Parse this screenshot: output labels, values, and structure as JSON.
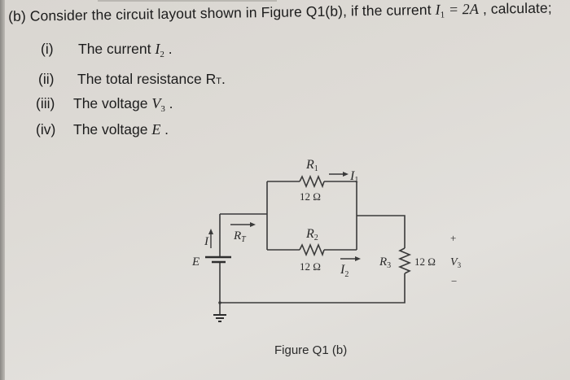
{
  "question": {
    "prefix": "(b) Consider the circuit layout shown in Figure Q1(b), if the current ",
    "given_symbol": "I",
    "given_sub": "1",
    "given_eq": " = 2A",
    "suffix": " , calculate;"
  },
  "items": [
    {
      "num": "(i)",
      "text": "The current ",
      "sym": "I",
      "sub": "2",
      "end": " ."
    },
    {
      "num": "(ii)",
      "text": "The total resistance R",
      "sym": "",
      "sub": "T",
      "end": "."
    },
    {
      "num": "(iii)",
      "text": "The voltage ",
      "sym": "V",
      "sub": "3",
      "end": " ."
    },
    {
      "num": "(iv)",
      "text": "The voltage ",
      "sym": "E",
      "sub": "",
      "end": " ."
    }
  ],
  "circuit": {
    "r1": {
      "label": "R",
      "sub": "1",
      "value": "12 Ω"
    },
    "r2": {
      "label": "R",
      "sub": "2",
      "value": "12 Ω"
    },
    "r3": {
      "label": "R",
      "sub": "3",
      "value": "12 Ω"
    },
    "i1": {
      "label": "I",
      "sub": "1"
    },
    "i2": {
      "label": "I",
      "sub": "2"
    },
    "i_total": {
      "label": "I"
    },
    "rt": {
      "label": "R",
      "sub": "T"
    },
    "source": {
      "label": "E"
    },
    "v3": {
      "label": "V",
      "sub": "3",
      "plus": "+",
      "minus": "−"
    }
  },
  "caption": "Figure Q1 (b)"
}
